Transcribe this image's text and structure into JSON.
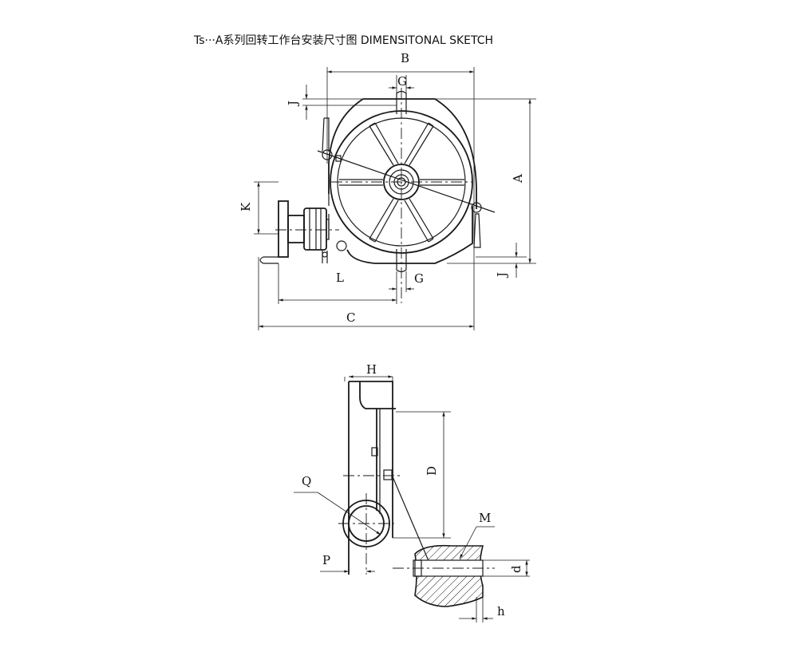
{
  "title": "Ts···A系列回转工作台安装尺寸图  DIMENSITONAL SKETCH",
  "labels": {
    "B": "B",
    "G_top": "G",
    "J_top": "J",
    "A": "A",
    "K": "K",
    "L": "L",
    "G_bottom": "G",
    "J_bottom": "J",
    "C": "C",
    "H": "H",
    "D": "D",
    "Q": "Q",
    "M": "M",
    "P": "P",
    "d": "d",
    "h": "h"
  }
}
